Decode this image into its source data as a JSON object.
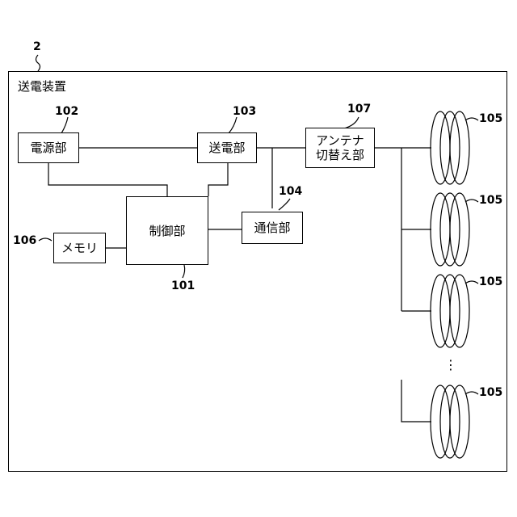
{
  "device": {
    "ref": "2",
    "title": "送電装置"
  },
  "blocks": {
    "power_supply": {
      "ref": "102",
      "label": "電源部"
    },
    "transmitter": {
      "ref": "103",
      "label": "送電部"
    },
    "antenna_switch": {
      "ref": "107",
      "label_line1": "アンテナ",
      "label_line2": "切替え部"
    },
    "communication": {
      "ref": "104",
      "label": "通信部"
    },
    "controller": {
      "ref": "101",
      "label": "制御部"
    },
    "memory": {
      "ref": "106",
      "label": "メモリ"
    }
  },
  "coils": [
    {
      "ref": "105"
    },
    {
      "ref": "105"
    },
    {
      "ref": "105"
    },
    {
      "ref": "105"
    }
  ],
  "ellipsis": "⋮"
}
